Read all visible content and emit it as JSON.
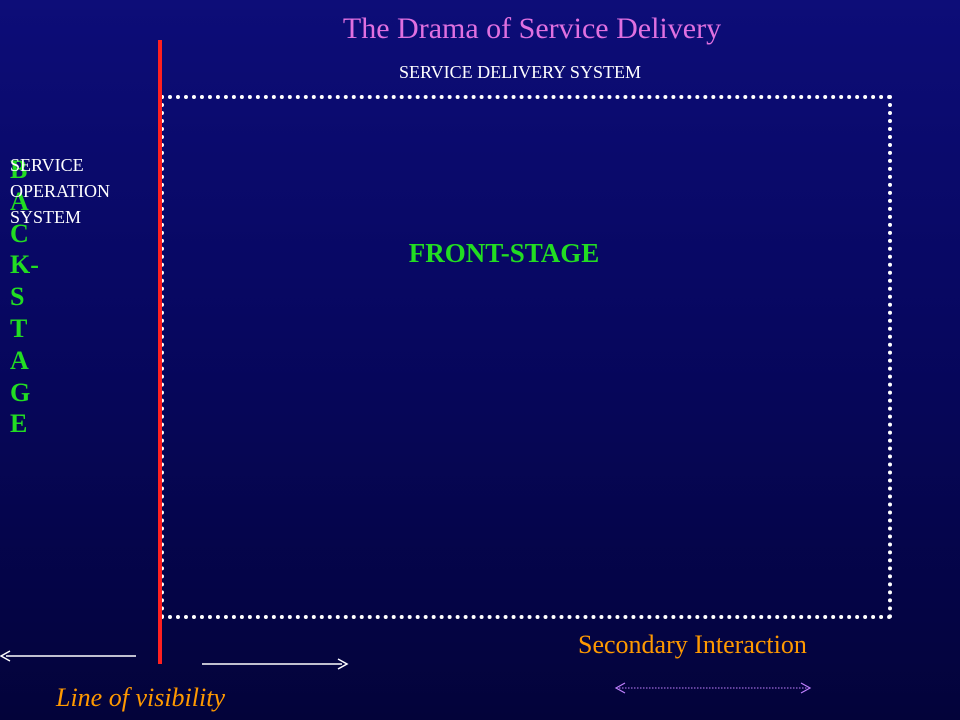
{
  "title": "The Drama of Service Delivery",
  "service_delivery_system_label": "SERVICE DELIVERY SYSTEM",
  "front_stage_label": "FRONT-STAGE",
  "backstage_letters": [
    "B",
    "A",
    "C",
    "K-",
    "S",
    "T",
    "A",
    "G",
    "E"
  ],
  "service_operation_system_lines": [
    "SERVICE",
    "OPERATION",
    "SYSTEM"
  ],
  "line_of_visibility_label": "Line of visibility",
  "secondary_interaction_label": "Secondary Interaction",
  "colors": {
    "title": "#e070e0",
    "stage_labels": "#22dd22",
    "visibility_line": "#ff2020",
    "bottom_labels": "#ff9900",
    "double_arrow": "#c080ff"
  }
}
